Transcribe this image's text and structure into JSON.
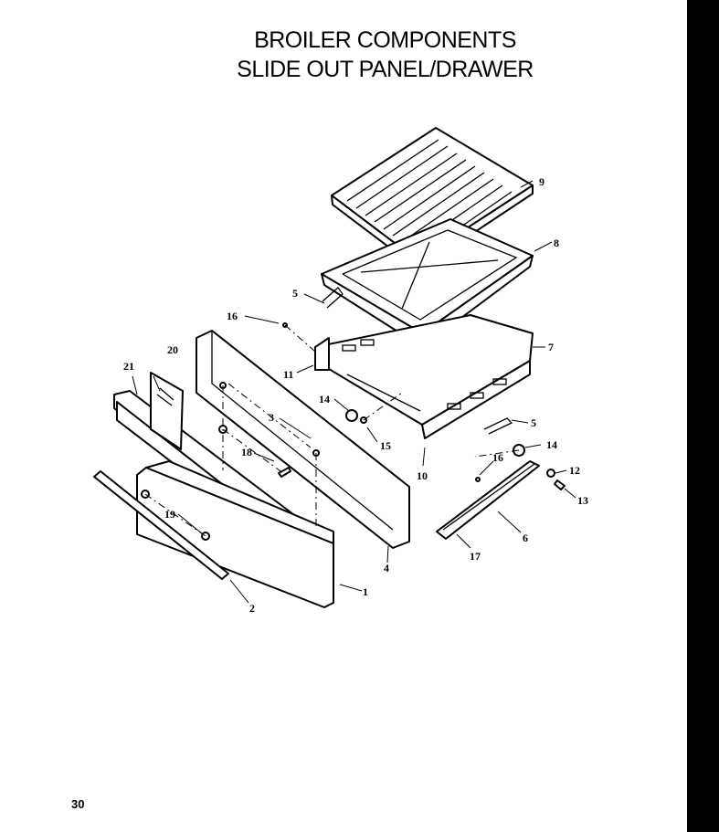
{
  "title_line1": "BROILER COMPONENTS",
  "title_line2": "SLIDE OUT PANEL/DRAWER",
  "page_number": "30",
  "callouts": {
    "c1": "1",
    "c2": "2",
    "c3": "3",
    "c4": "4",
    "c5a": "5",
    "c5b": "5",
    "c6": "6",
    "c7": "7",
    "c8": "8",
    "c9": "9",
    "c10": "10",
    "c11": "11",
    "c12": "12",
    "c13": "13",
    "c14a": "14",
    "c14b": "14",
    "c15": "15",
    "c16a": "16",
    "c16b": "16",
    "c17": "17",
    "c18": "18",
    "c19": "19",
    "c20": "20",
    "c21": "21"
  }
}
